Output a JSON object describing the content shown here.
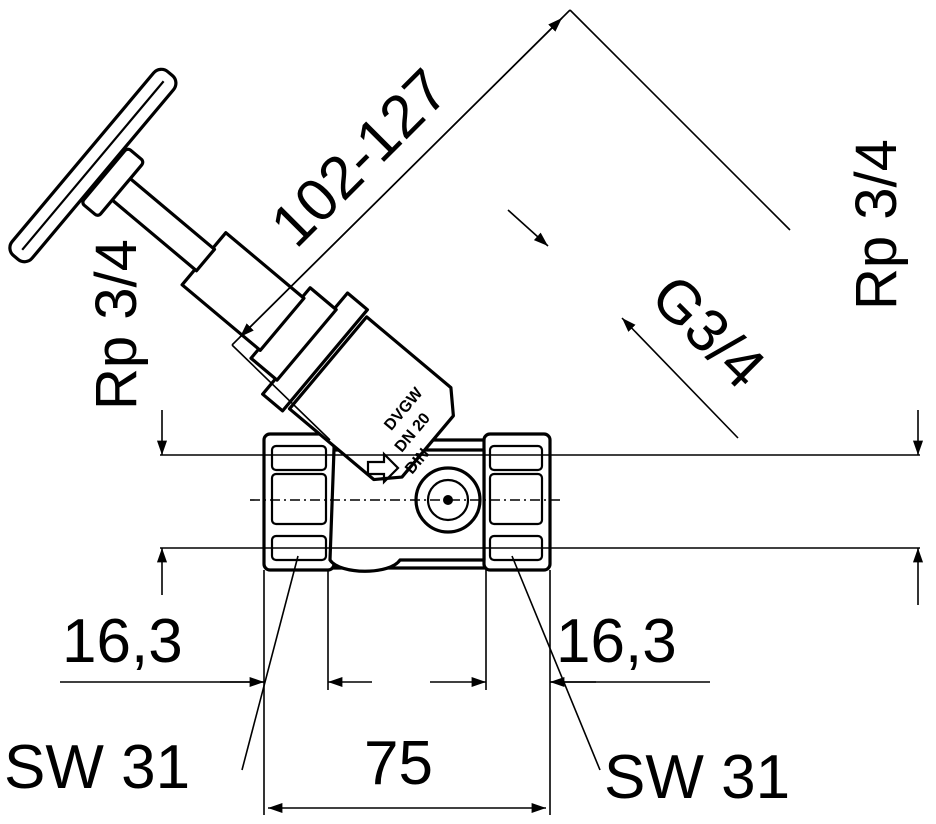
{
  "dimensions": {
    "length_range": "102-127",
    "thread_left": "Rp 3/4",
    "thread_right": "Rp 3/4",
    "bonnet_thread": "G3/4",
    "offset_left": "16,3",
    "offset_right": "16,3",
    "wrench_left": "SW 31",
    "wrench_right": "SW 31",
    "overall_length": "75"
  },
  "body_marks": {
    "approval": "DVGW",
    "size": "DN 20",
    "standard": "DIN"
  },
  "icons": {
    "flow_arrow": "flow-direction-arrow-icon",
    "handwheel": "handwheel-icon"
  }
}
